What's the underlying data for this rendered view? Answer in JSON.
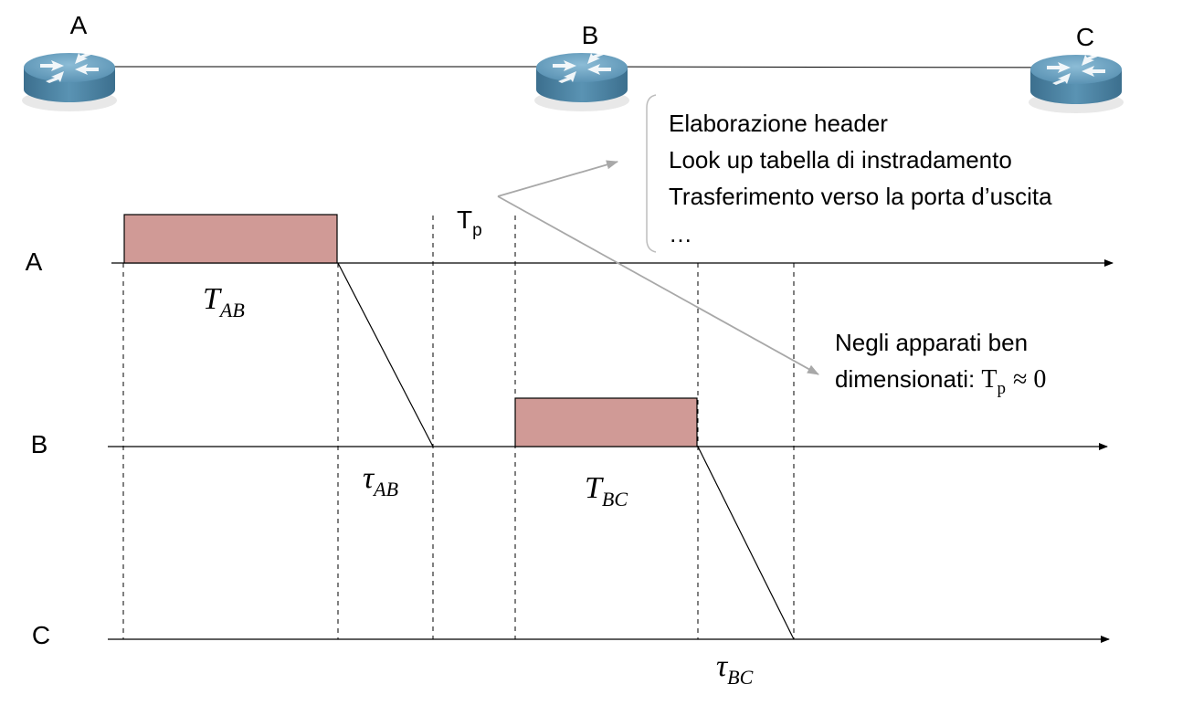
{
  "nodes": [
    {
      "id": "A",
      "label": "A"
    },
    {
      "id": "B",
      "label": "B"
    },
    {
      "id": "C",
      "label": "C"
    }
  ],
  "timeline_labels": {
    "A": "A",
    "B": "B",
    "C": "C"
  },
  "intervals": {
    "T_AB": {
      "main": "T",
      "sub": "AB"
    },
    "tau_AB": {
      "main": "τ",
      "sub": "AB"
    },
    "T_BC": {
      "main": "T",
      "sub": "BC"
    },
    "tau_BC": {
      "main": "τ",
      "sub": "BC"
    },
    "T_p": {
      "main": "T",
      "sub": "p"
    }
  },
  "processing_steps": [
    "Elaborazione header",
    "Look up tabella di instradamento",
    "Trasferimento verso la porta d’uscita",
    "…"
  ],
  "note": {
    "line1": "Negli apparati ben",
    "line2_prefix": "dimensionati: ",
    "tp_main": "T",
    "tp_sub": "p",
    "approx": "≈ 0"
  },
  "colors": {
    "packet_fill": "#d09a96",
    "router_body": "#4f86a6",
    "router_top": "#6fa3c0",
    "arrow_gray": "#a8a8a8"
  },
  "icons": [
    "router-icon"
  ]
}
